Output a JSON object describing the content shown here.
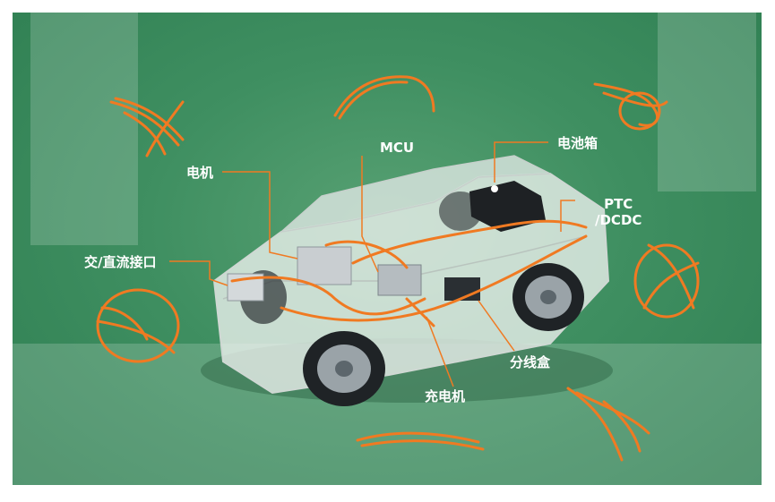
{
  "labels": {
    "mcu": "MCU",
    "battery_box": "电池箱",
    "motor": "电机",
    "ptc_line1": "PTC",
    "ptc_line2": "/DCDC",
    "ac_dc_port": "交/直流接口",
    "junction_box": "分线盒",
    "charger": "充电机"
  },
  "colors": {
    "background": "#3f8f61",
    "harness_orange": "#f07a22",
    "leader_line": "#f07a22",
    "label_text": "#ffffff"
  }
}
